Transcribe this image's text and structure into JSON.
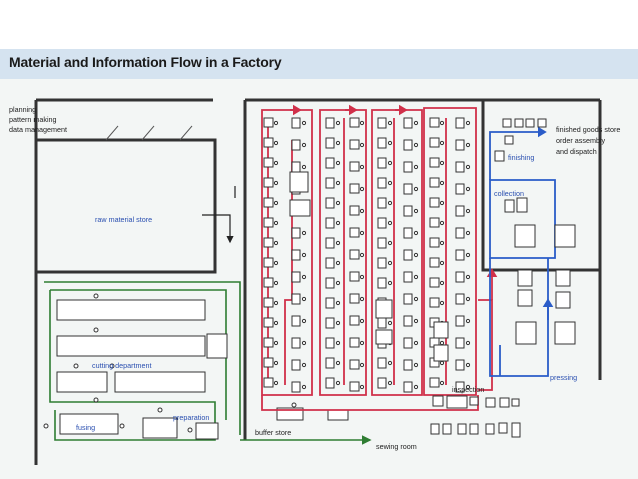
{
  "diagram": {
    "title": "Material and Information Flow in a Factory",
    "labels": {
      "planning": "planning",
      "pattern_making": "pattern making",
      "data_management": "data management",
      "raw_material_store": "raw material store",
      "cutting_department": "cutting department",
      "fusing": "fusing",
      "preparation": "preparation",
      "buffer_store": "buffer store",
      "sewing_room": "sewing room",
      "inspection": "inspection",
      "pressing": "pressing",
      "collection": "collection",
      "finishing": "finishing",
      "finished_goods_store": "finished goods store",
      "order_assembly": "order assembly",
      "and_dispatch": "and dispatch"
    },
    "colors": {
      "material_flow": "#d0304a",
      "finishing_flow": "#2a5cc8",
      "cutting_flow": "#2e7d32",
      "walls": "#333333",
      "header": "#d5e3f0"
    }
  }
}
